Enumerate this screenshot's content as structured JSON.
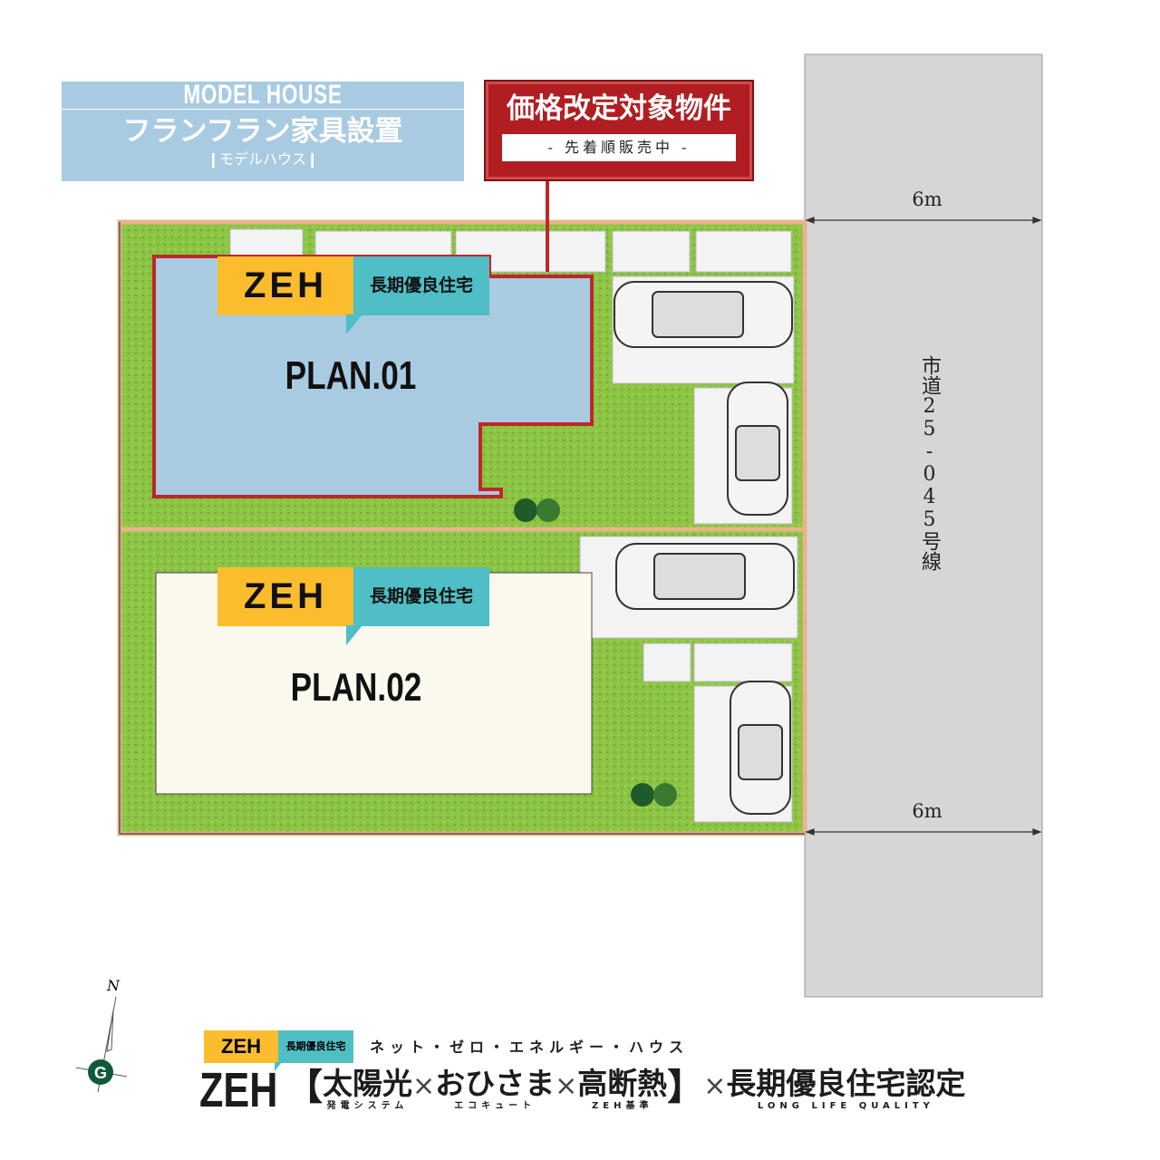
{
  "model_house": {
    "title_en": "MODEL HOUSE",
    "title_jp": "フランフラン家具設置",
    "subtitle": "❙モデルハウス❙"
  },
  "price_sign": {
    "title": "価格改定対象物件",
    "subtitle": "- 先着順販売中 -"
  },
  "plans": [
    {
      "label": "PLAN.01",
      "badge_zeh": "ZEH",
      "badge_long": "長期優良住宅"
    },
    {
      "label": "PLAN.02",
      "badge_zeh": "ZEH",
      "badge_long": "長期優良住宅"
    }
  ],
  "road": {
    "name": "市道25-045号線",
    "width_top": "6m",
    "width_bottom": "6m"
  },
  "compass": {
    "north": "N"
  },
  "legend": {
    "badge_zeh": "ZEH",
    "badge_long": "長期優良住宅",
    "kana": "ネット・ゼロ・エネルギー・ハウス",
    "zeh": "ZEH",
    "open": "【",
    "close": "】",
    "times": "×",
    "items": [
      {
        "main": "太陽光",
        "sub": "発電システム"
      },
      {
        "main": "おひさま",
        "sub": "エコキュート"
      },
      {
        "main": "高断熱",
        "sub": "ZEH基準"
      }
    ],
    "final": {
      "main": "長期優良住宅認定",
      "sub": "LONG LIFE QUALITY"
    }
  },
  "colors": {
    "grass": "#8cc444",
    "plan01": "#a8cbe2",
    "plan02": "#fbf8ee",
    "outline": "#c0262b",
    "zeh": "#fbbd2e",
    "teal": "#4fbec5",
    "road": "#d6d6d6"
  }
}
